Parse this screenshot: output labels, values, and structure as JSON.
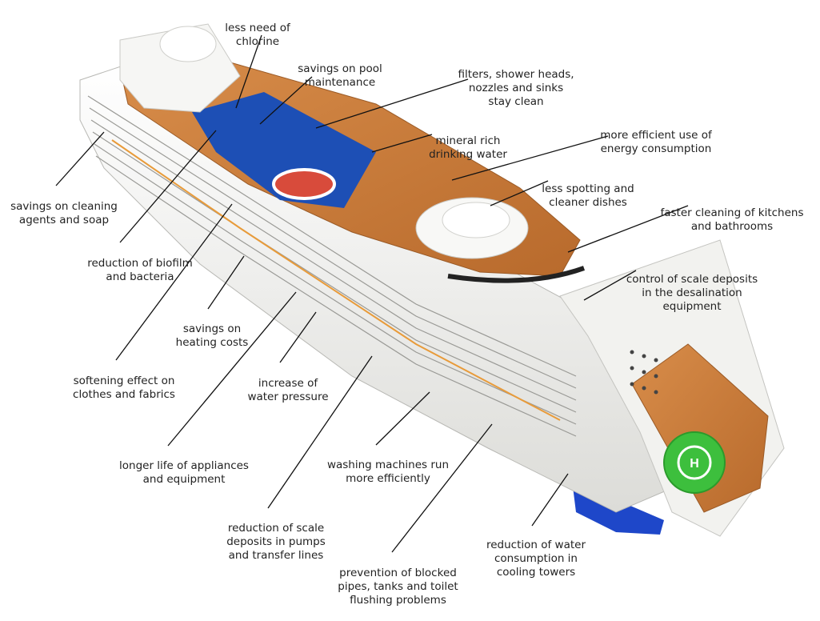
{
  "colors": {
    "hull": "#f4f4f2",
    "deck_wood": "#c97a3a",
    "pool_blue": "#1d4fb5",
    "underwater_blue": "#1e47c9",
    "helipad_green": "#3dbf3d",
    "leader_line": "#111111",
    "text": "#222222"
  },
  "labels": [
    {
      "key": "chlorine",
      "lines": [
        "less need of",
        "chlorine"
      ]
    },
    {
      "key": "pool",
      "lines": [
        "savings on pool",
        "maintenance"
      ]
    },
    {
      "key": "filters",
      "lines": [
        "filters, shower heads,",
        "nozzles and sinks",
        "stay clean"
      ]
    },
    {
      "key": "mineral",
      "lines": [
        "mineral rich",
        "drinking water"
      ]
    },
    {
      "key": "energy",
      "lines": [
        "more efficient use of",
        "energy consumption"
      ]
    },
    {
      "key": "spotting",
      "lines": [
        "less spotting and",
        "cleaner dishes"
      ]
    },
    {
      "key": "kitchens",
      "lines": [
        "faster cleaning of kitchens",
        "and bathrooms"
      ]
    },
    {
      "key": "desalination",
      "lines": [
        "control of scale deposits",
        "in the desalination",
        "equipment"
      ]
    },
    {
      "key": "cleaning",
      "lines": [
        "savings on cleaning",
        "agents and soap"
      ]
    },
    {
      "key": "biofilm",
      "lines": [
        "reduction of biofilm",
        "and bacteria"
      ]
    },
    {
      "key": "heating",
      "lines": [
        "savings on",
        "heating costs"
      ]
    },
    {
      "key": "softening",
      "lines": [
        "softening effect on",
        "clothes and fabrics"
      ]
    },
    {
      "key": "pressure",
      "lines": [
        "increase of",
        "water pressure"
      ]
    },
    {
      "key": "appliances",
      "lines": [
        "longer life of appliances",
        "and equipment"
      ]
    },
    {
      "key": "washing",
      "lines": [
        "washing machines run",
        "more efficiently"
      ]
    },
    {
      "key": "scale_pumps",
      "lines": [
        "reduction of scale",
        "deposits in pumps",
        "and transfer lines"
      ]
    },
    {
      "key": "blocked",
      "lines": [
        "prevention of blocked",
        "pipes, tanks and toilet",
        "flushing problems"
      ]
    },
    {
      "key": "cooling",
      "lines": [
        "reduction of water",
        "consumption in",
        "cooling towers"
      ]
    }
  ]
}
